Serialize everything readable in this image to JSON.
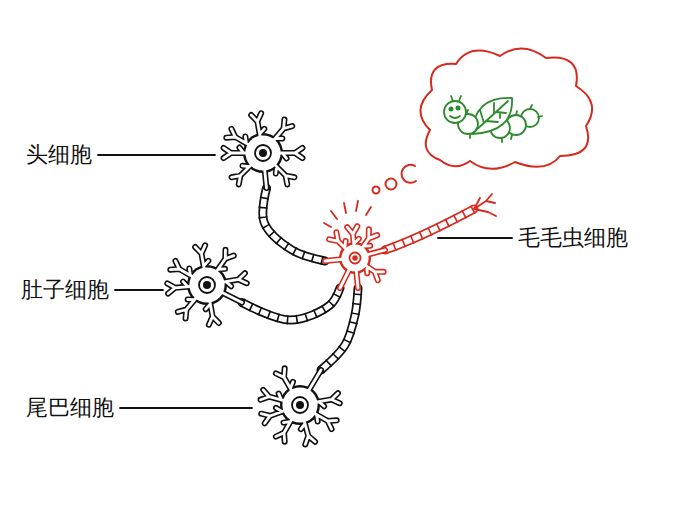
{
  "diagram": {
    "nodes": [
      {
        "text": [
          "头细胞"
        ]
      },
      {
        "text": [
          "毛毛虫细胞"
        ]
      },
      {
        "text": [
          "肚子细胞"
        ]
      },
      {
        "text": [
          "尾巴细胞"
        ]
      }
    ],
    "edges": [
      {
        "from": 0,
        "to": 1,
        "arrow": "none"
      },
      {
        "from": 2,
        "to": 1,
        "arrow": "none"
      },
      {
        "from": 3,
        "to": 1,
        "arrow": "none"
      }
    ]
  }
}
